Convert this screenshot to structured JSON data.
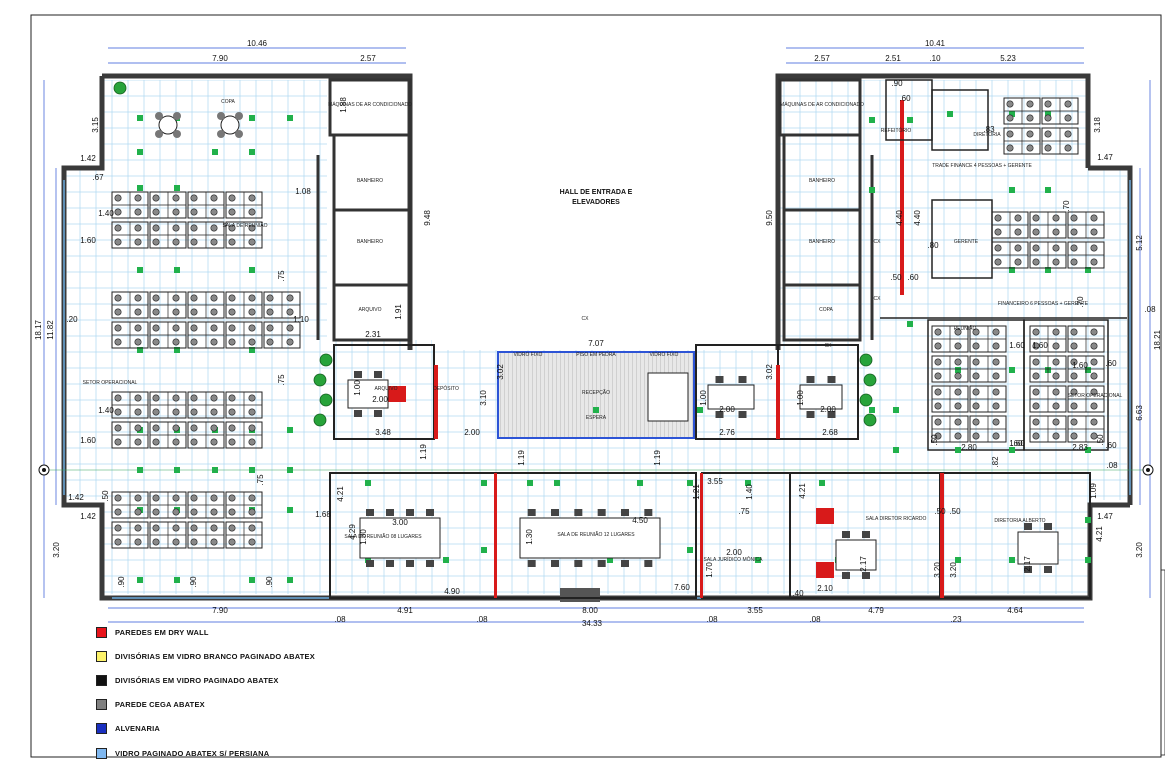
{
  "plan": {
    "hall_title_line1": "HALL DE ENTRADA E",
    "hall_title_line2": "ELEVADORES",
    "top_dims": [
      "10.46",
      "7.90",
      "2.57",
      "10.41",
      "2.57",
      "2.51",
      ".10",
      "5.23",
      ".90",
      ".60"
    ],
    "bottom_dims": [
      "7.90",
      "4.91",
      "4.90",
      "8.00",
      "7.60",
      "3.55",
      "4.79",
      "4.64",
      "34.33",
      ".08",
      ".08",
      ".08",
      ".08",
      ".23"
    ],
    "left_dims": [
      "3.15",
      "1.42",
      ".67",
      "18.17",
      "11.82",
      "3.20",
      "1.42",
      "1.42",
      "1.40",
      "1.60",
      "1.40",
      "1.60",
      ".20"
    ],
    "right_dims": [
      "3.18",
      "1.47",
      "5.12",
      "18.21",
      "6.63",
      "3.20",
      "1.47",
      ".08",
      ".08"
    ],
    "inner_dims": [
      "9.48",
      "9.50",
      "1.08",
      "1.88",
      "1.91",
      "2.31",
      "1.10",
      "7.07",
      "3.48",
      "2.00",
      "2.76",
      "2.68",
      "3.02",
      "3.02",
      "3.10",
      "1.19",
      "1.19",
      "1.19",
      "2.00",
      "2.00",
      "2.00",
      "1.00",
      "1.00",
      "1.00",
      "4.40",
      "4.40",
      ".50",
      ".60",
      ".80",
      ".83",
      ".70",
      ".70",
      "1.60",
      "1.60",
      "1.60",
      "1.60",
      "2.80",
      "2.83",
      ".50",
      ".50",
      ".82",
      ".60",
      ".60",
      ".60",
      "4.21",
      "4.29",
      "4.21",
      "1.30",
      "1.30",
      "3.00",
      "4.50",
      "3.55",
      "1.40",
      ".75",
      "2.00",
      "1.70",
      "2.10",
      ".40",
      "2.17",
      "2.17",
      ".50",
      ".50",
      "3.20",
      "3.20",
      "1.09",
      "4.21",
      "1.68",
      ".75",
      ".75",
      ".75",
      ".90",
      ".90",
      ".90",
      ".50",
      "1.21"
    ],
    "room_labels": [
      "COPA",
      "MÁQUINAS DE AR CONDICIONADO",
      "BANHEIRO",
      "BANHEIRO",
      "ARQUIVO",
      "MÁQUINAS DE AR CONDICIONADO",
      "REFEITÓRIO",
      "BANHEIRO",
      "BANHEIRO",
      "COPA",
      "TRADE FINANCE 4 PESSOAS + GERENTE",
      "FINANCEIRO 6 PESSOAS + GERENTE",
      "SALA DE REUNIÃO 08 LUGARES",
      "SALA DE REUNIÃO 12 LUGARES",
      "SALA JURÍDICO MÔNICA",
      "SALA DIRETOR RICARDO",
      "DIRETORIA ALBERTO",
      "PISO EM PEDRA",
      "VIDRO FIXO",
      "VIDRO FIXO",
      "RECEPÇÃO",
      "ESPERA",
      "SETOR OPERACIONAL",
      "SETOR OPERACIONAL",
      "SALA DE REUNIÃO",
      "GERENTE",
      "ARQUIVO",
      "DEPÓSITO",
      "REUNIÃO",
      "DIRETORIA"
    ],
    "door_labels": [
      "CX",
      "CX",
      "CX",
      "CX"
    ]
  },
  "legend": [
    {
      "label": "PAREDES EM DRY WALL",
      "color": "#e8141b"
    },
    {
      "label": "DIVISÓRIAS EM VIDRO BRANCO PAGINADO ABATEX",
      "color": "#fdf36a"
    },
    {
      "label": "DIVISÓRIAS EM VIDRO PAGINADO ABATEX",
      "color": "#111111"
    },
    {
      "label": "PAREDE CEGA ABATEX",
      "color": "#808080"
    },
    {
      "label": "ALVENARIA",
      "color": "#1a2fbf"
    },
    {
      "label": "VIDRO PAGINADO ABATEX S/ PERSIANA",
      "color": "#7fb7ef"
    }
  ],
  "colors": {
    "grid": "#9fd0ee",
    "wall": "#404040",
    "dim": "#2d54d6",
    "marker": "#21b14b",
    "drywall": "#d81a1a",
    "plant": "#27a33a"
  }
}
